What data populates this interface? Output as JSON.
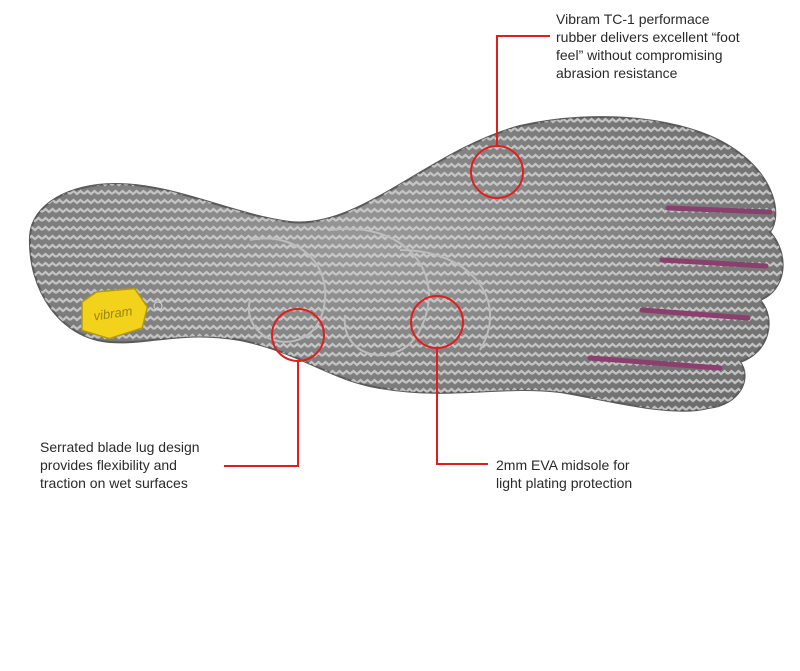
{
  "colors": {
    "sole": "#8c8c8c",
    "sole_dark": "#6f6f6f",
    "tread": "#c9c9c9",
    "accent_line": "#e01e1e",
    "toe_slot": "#8a3f6e",
    "logo": "#f2d21a",
    "text": "#2a2a2a"
  },
  "logo": {
    "text": "vibram"
  },
  "callouts": [
    {
      "id": "rubber",
      "text": "Vibram TC-1 performace\nrubber delivers excellent “foot\nfeel” without compromising\nabrasion resistance"
    },
    {
      "id": "lug",
      "text": "Serrated blade lug design\nprovides flexibility and\ntraction on wet surfaces"
    },
    {
      "id": "midsole",
      "text": "2mm EVA midsole for\nlight plating protection"
    }
  ]
}
